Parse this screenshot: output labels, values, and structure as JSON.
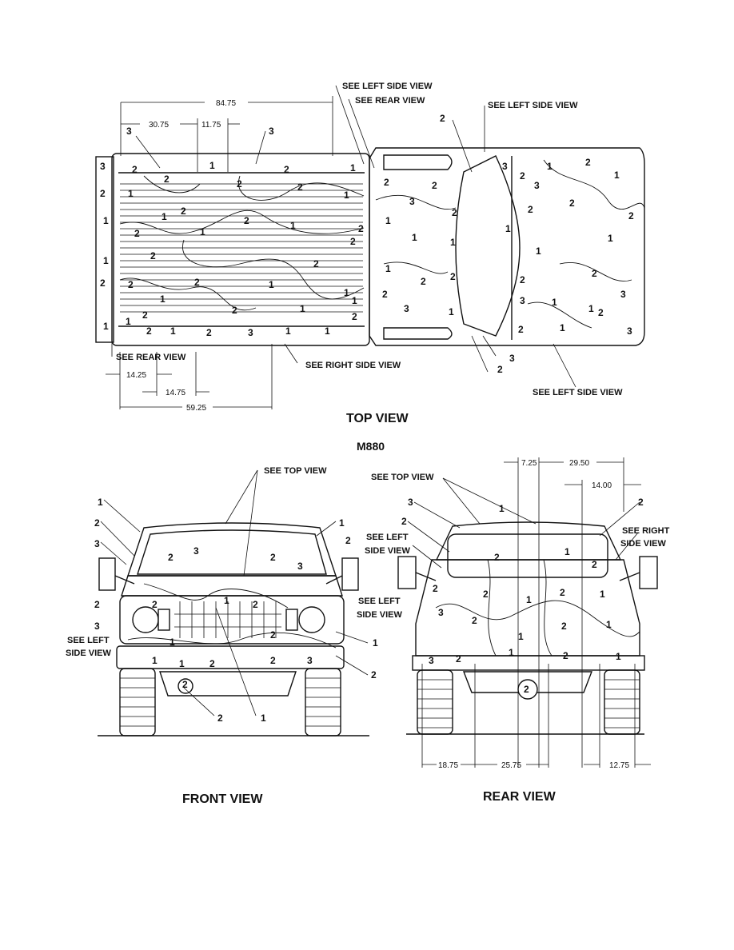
{
  "titles": {
    "top_view": "TOP VIEW",
    "model": "M880",
    "front_view": "FRONT VIEW",
    "rear_view": "REAR VIEW"
  },
  "callouts": {
    "see_left_side_view": "SEE LEFT SIDE VIEW",
    "see_rear_view": "SEE REAR VIEW",
    "see_right_side_view": "SEE RIGHT SIDE VIEW",
    "see_top_view": "SEE TOP VIEW",
    "see_left_1": "SEE LEFT",
    "side_view": "SIDE VIEW",
    "see_right_1": "SEE RIGHT",
    "see_left_side_view_split": "SEE LEFT SIDE VIEW"
  },
  "dimensions": {
    "d1": "84.75",
    "d2": "30.75",
    "d3": "11.75",
    "d4": "14.25",
    "d5": "14.75",
    "d6": "59.25",
    "d7": "7.25",
    "d8": "29.50",
    "d9": "14.00",
    "d10": "18.75",
    "d11": "25.75",
    "d12": "12.75"
  },
  "color_codes": [
    "1",
    "2",
    "3"
  ]
}
